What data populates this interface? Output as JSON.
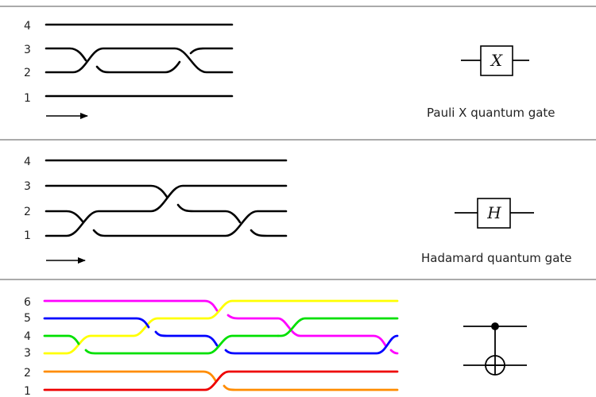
{
  "panels": [
    {
      "id": "pauli-x",
      "strand_numbers": [
        "1",
        "2",
        "3",
        "4"
      ],
      "gate_letter": "X",
      "caption": "Pauli X quantum gate"
    },
    {
      "id": "hadamard",
      "strand_numbers": [
        "1",
        "2",
        "3",
        "4"
      ],
      "gate_letter": "H",
      "caption": "Hadamard quantum gate"
    },
    {
      "id": "cnot",
      "strand_numbers": [
        "1",
        "2",
        "3",
        "4",
        "5",
        "6"
      ],
      "gate_letter": "",
      "caption": ""
    }
  ],
  "colors": {
    "strand": "#000000",
    "divider": "#555555",
    "magenta": "#ff00ff",
    "blue": "#0000ff",
    "green": "#00e000",
    "yellow": "#ffff00",
    "orange": "#ff8c00",
    "red": "#ee0000"
  }
}
